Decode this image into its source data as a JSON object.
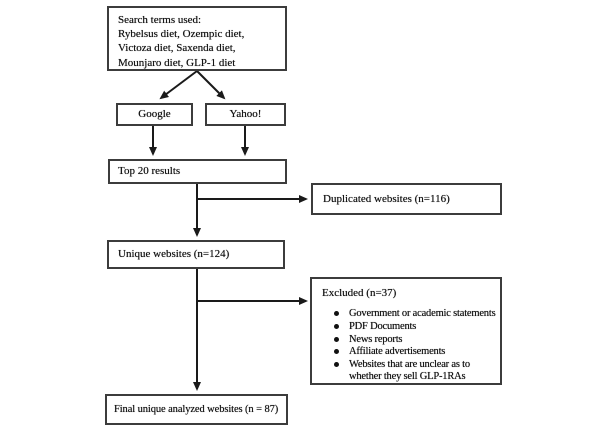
{
  "figure": {
    "search_box": {
      "title": "Search terms used:",
      "lines": [
        "Rybelsus diet, Ozempic diet,",
        "Victoza diet, Saxenda diet,",
        "Mounjaro diet, GLP-1 diet"
      ]
    },
    "google_label": "Google",
    "yahoo_label": "Yahoo!",
    "top_results_label": "Top 20 results",
    "duplicated_label": "Duplicated websites (n=116)",
    "unique_label": "Unique websites (n=124)",
    "excluded": {
      "title": "Excluded (n=37)",
      "items": [
        "Government or academic statements",
        "PDF Documents",
        "News reports",
        "Affiliate advertisements",
        "Websites that are unclear as to whether they sell GLP-1RAs"
      ]
    },
    "final_label": "Final unique analyzed websites (n = 87)"
  },
  "colors": {
    "background": "#ffffff",
    "box_border": "#3c3c3c",
    "text": "#111111",
    "arrow": "#1a1a1a"
  }
}
